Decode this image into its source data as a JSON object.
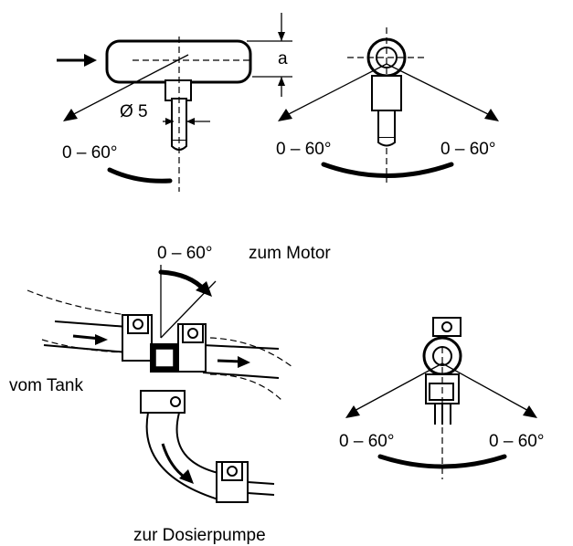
{
  "labels": {
    "dimension_a": "a",
    "diameter": "Ø 5",
    "angle": "0 – 60°",
    "to_engine": "zum Motor",
    "from_tank": "vom Tank",
    "to_dosing_pump": "zur Dosierpumpe"
  }
}
